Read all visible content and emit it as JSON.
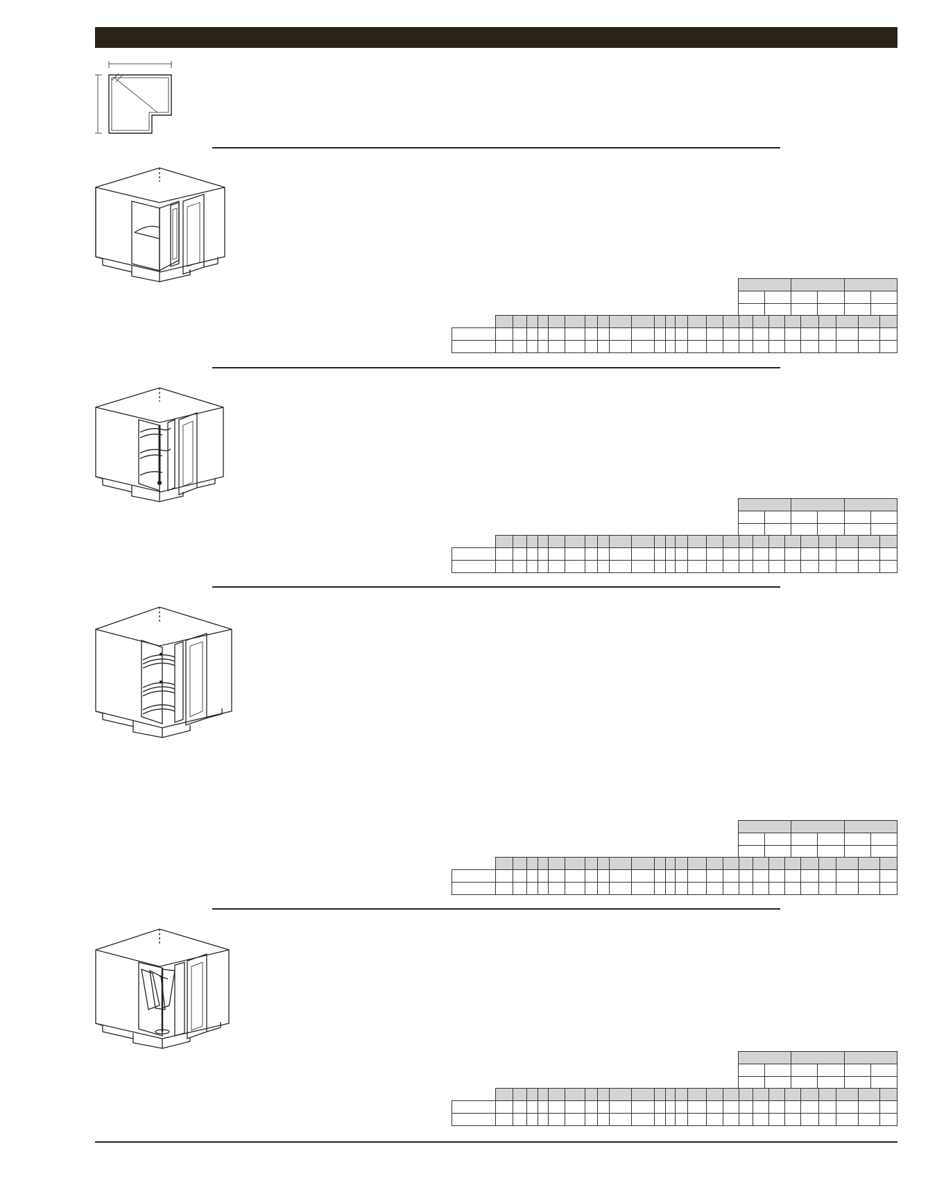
{
  "page": {
    "header_bar_color": "#2a231a",
    "rule_color": "#222222",
    "table_header_shade": "#d4d4d4"
  },
  "plan_view": {
    "icon": "corner-cabinet-plan-icon"
  },
  "sections": [
    {
      "id": "corner-base-shelves",
      "icon": "corner-base-cabinet-shelves-icon"
    },
    {
      "id": "corner-base-lazy-susan",
      "icon": "corner-base-cabinet-lazy-susan-icon"
    },
    {
      "id": "corner-base-pie-cut-susan",
      "icon": "corner-base-cabinet-pie-cut-susan-icon"
    },
    {
      "id": "corner-base-swing-out",
      "icon": "corner-base-cabinet-swing-out-icon"
    }
  ],
  "small_table": {
    "columns": 6,
    "header_groups": 3,
    "rows": 2
  },
  "wide_table": {
    "columns": 26,
    "rows": 2
  }
}
